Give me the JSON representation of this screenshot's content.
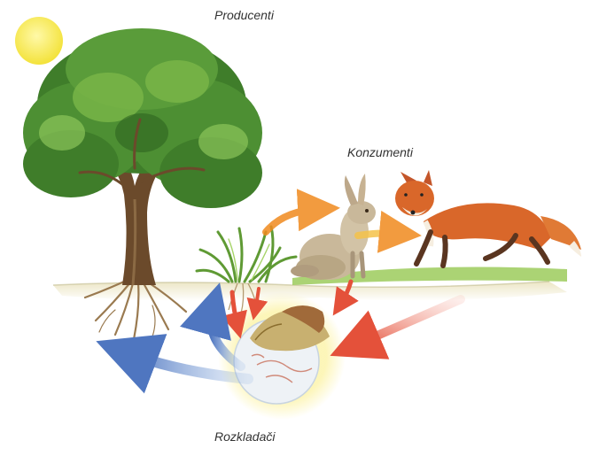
{
  "labels": {
    "producers": "Producenti",
    "consumers": "Konzumenti",
    "decomposers": "Rozkladači"
  },
  "colors": {
    "sun": "#f3e23a",
    "foliage_dark": "#3f7d2a",
    "foliage_light": "#7ab648",
    "trunk": "#6b4a2b",
    "roots": "#9a7a50",
    "grass": "#79b84a",
    "soil": "#efe8c8",
    "hare": "#c9b89a",
    "fox": "#d9672a",
    "arrow_warm": "#f08a1e",
    "arrow_red": "#e4513a",
    "arrow_blue": "#5f86c9",
    "decomposer_glow": "#fbef8a"
  },
  "icons": {
    "sun": "sun-icon",
    "tree": "tree-illustration",
    "grass": "grass-illustration",
    "hare": "hare-illustration",
    "fox": "fox-illustration",
    "decomposers": "decomposer-bubble"
  }
}
